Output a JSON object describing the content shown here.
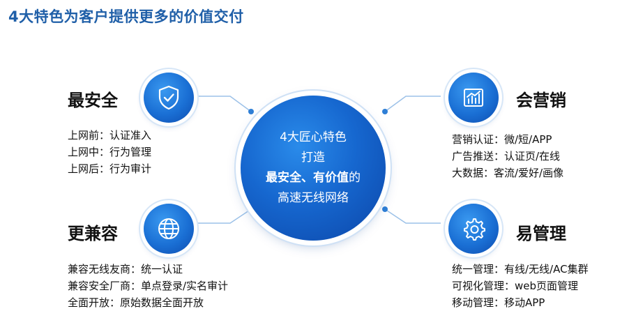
{
  "title": "4大特色为客户提供更多的价值交付",
  "center": {
    "line1": "4大匠心特色",
    "line2": "打造",
    "line3_bold": "最安全、有价值",
    "line3_tail": "的",
    "line4": "高速无线网络"
  },
  "features": {
    "security": {
      "title": "最安全",
      "icon": "shield-check-icon",
      "lines": [
        "上网前：认证准入",
        "上网中：行为管理",
        "上网后：行为审计"
      ]
    },
    "compat": {
      "title": "更兼容",
      "icon": "globe-icon",
      "lines": [
        "兼容无线友商：统一认证",
        "兼容安全厂商：单点登录/实名审计",
        "全面开放：原始数据全面开放"
      ]
    },
    "marketing": {
      "title": "会营销",
      "icon": "chart-icon",
      "lines": [
        "营销认证：微/短/APP",
        "广告推送：认证页/在线",
        "大数据：客流/爱好/画像"
      ]
    },
    "management": {
      "title": "易管理",
      "icon": "gear-wrench-icon",
      "lines": [
        "统一管理：有线/无线/AC集群",
        "可视化管理：web页面管理",
        "移动管理：移动APP"
      ]
    }
  },
  "colors": {
    "title": "#1f5fa8",
    "accent": "#1667cf",
    "connector": "#9cc1e8"
  }
}
